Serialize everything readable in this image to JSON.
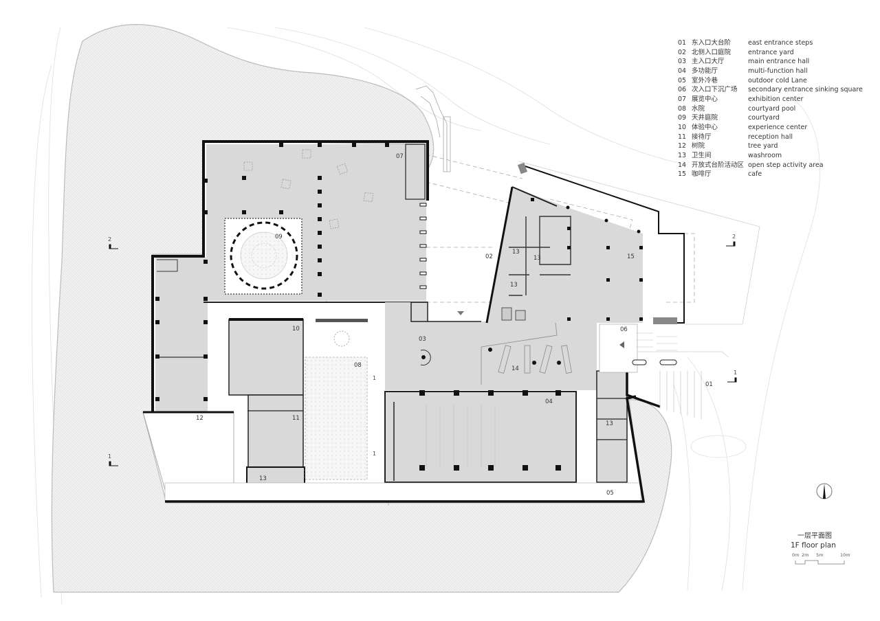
{
  "drawing": {
    "title_cn": "一层平面图",
    "title_en": "1F floor plan",
    "scale_bar": {
      "ticks": [
        "0m",
        "2m",
        "5m",
        "10m"
      ]
    },
    "north_arrow": "north-arrow-icon"
  },
  "legend": [
    {
      "num": "01",
      "cn": "东入口大台阶",
      "en": "east entrance steps"
    },
    {
      "num": "02",
      "cn": "北侧入口庭院",
      "en": "entrance yard"
    },
    {
      "num": "03",
      "cn": "主入口大厅",
      "en": "main entrance hall"
    },
    {
      "num": "04",
      "cn": "多功能厅",
      "en": "multi-function hall"
    },
    {
      "num": "05",
      "cn": "室外冷巷",
      "en": "outdoor cold Lane"
    },
    {
      "num": "06",
      "cn": "次入口下沉广场",
      "en": "secondary entrance sinking square"
    },
    {
      "num": "07",
      "cn": "展览中心",
      "en": "exhibition center"
    },
    {
      "num": "08",
      "cn": "水院",
      "en": "courtyard pool"
    },
    {
      "num": "09",
      "cn": "天井庭院",
      "en": "courtyard"
    },
    {
      "num": "10",
      "cn": "体验中心",
      "en": "experience center"
    },
    {
      "num": "11",
      "cn": "接待厅",
      "en": "reception hall"
    },
    {
      "num": "12",
      "cn": "树院",
      "en": "tree yard"
    },
    {
      "num": "13",
      "cn": "卫生间",
      "en": "washroom"
    },
    {
      "num": "14",
      "cn": "开放式台阶活动区",
      "en": "open step activity area"
    },
    {
      "num": "15",
      "cn": "咖啡厅",
      "en": "cafe"
    }
  ],
  "room_labels": {
    "r01": "01",
    "r02": "02",
    "r03": "03",
    "r04": "04",
    "r05": "05",
    "r06": "06",
    "r07": "07",
    "r08": "08",
    "r09": "09",
    "r10": "10",
    "r11": "11",
    "r12": "12",
    "r13a": "13",
    "r13b": "13",
    "r13c": "13",
    "r13d": "13",
    "r13e": "13",
    "r14": "14",
    "r15": "15"
  },
  "section_marks": {
    "s2_left": "2",
    "s2_right": "2",
    "s1_left": "1",
    "s1_right": "1",
    "s1_mid_top": "1",
    "s1_mid_bottom": "1"
  },
  "colors": {
    "interior_fill": "#d9d9d9",
    "landscape_fill": "#eeeeee",
    "wall": "#111111",
    "text": "#333333"
  }
}
